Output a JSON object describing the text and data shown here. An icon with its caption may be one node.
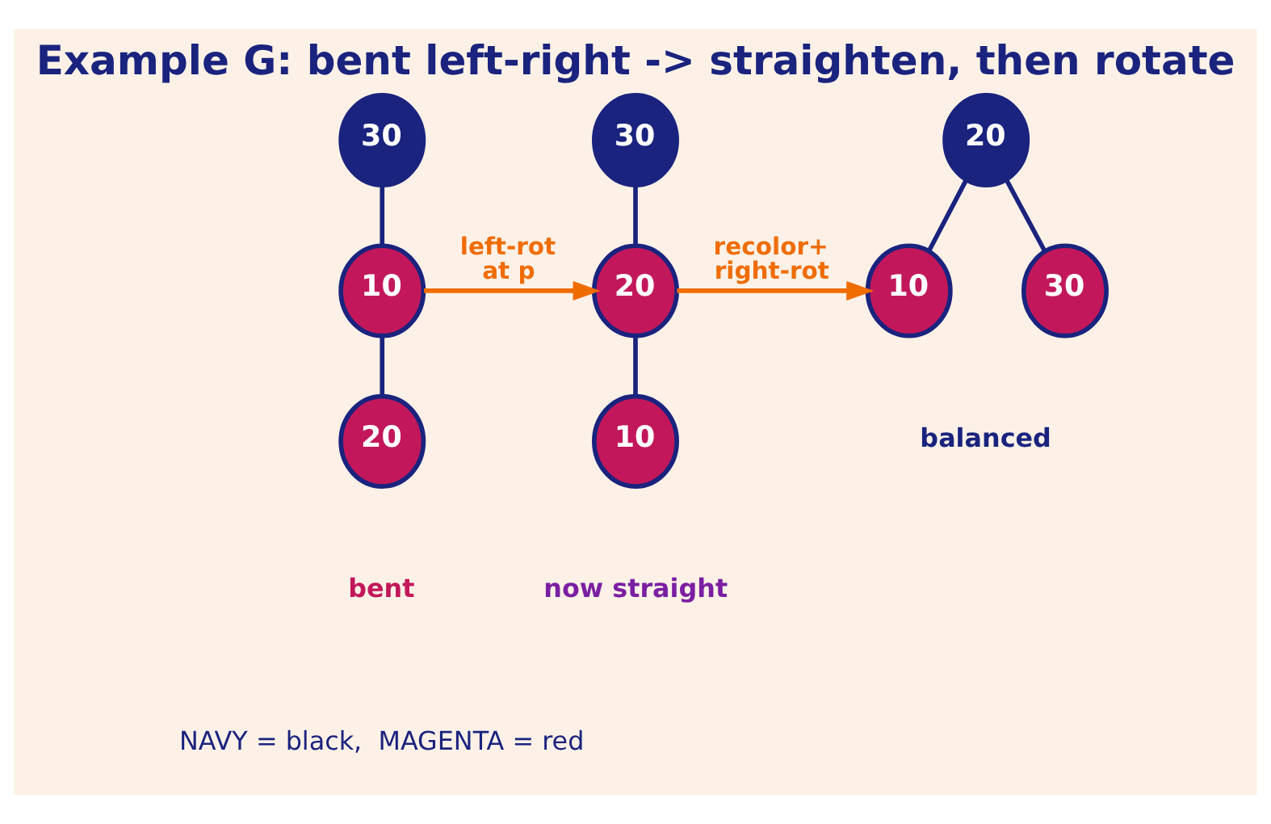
{
  "diagram": {
    "title": "Example G: bent left-right -> straighten, then rotate",
    "nodes": [
      {
        "text": [
          "30"
        ]
      },
      {
        "text": [
          "10"
        ]
      },
      {
        "text": [
          "20"
        ]
      },
      {
        "text": [
          "30"
        ]
      },
      {
        "text": [
          "20"
        ]
      },
      {
        "text": [
          "10"
        ]
      },
      {
        "text": [
          "20"
        ]
      },
      {
        "text": [
          "10"
        ]
      },
      {
        "text": [
          "30"
        ]
      }
    ],
    "edges": [
      {
        "from": 0,
        "to": 1,
        "arrow": "none"
      },
      {
        "from": 1,
        "to": 2,
        "arrow": "none"
      },
      {
        "from": 1,
        "to": 4,
        "arrow": "to",
        "label": "left-rot at p",
        "color": "#ef6c00"
      },
      {
        "from": 3,
        "to": 4,
        "arrow": "none"
      },
      {
        "from": 4,
        "to": 5,
        "arrow": "none"
      },
      {
        "from": 4,
        "to": 7,
        "arrow": "to",
        "label": "recolor+ right-rot",
        "color": "#ef6c00"
      },
      {
        "from": 6,
        "to": 7,
        "arrow": "none"
      },
      {
        "from": 6,
        "to": 8,
        "arrow": "none"
      }
    ],
    "labels": [
      "bent",
      "now straight",
      "balanced",
      "NAVY = black,  MAGENTA = red"
    ]
  }
}
